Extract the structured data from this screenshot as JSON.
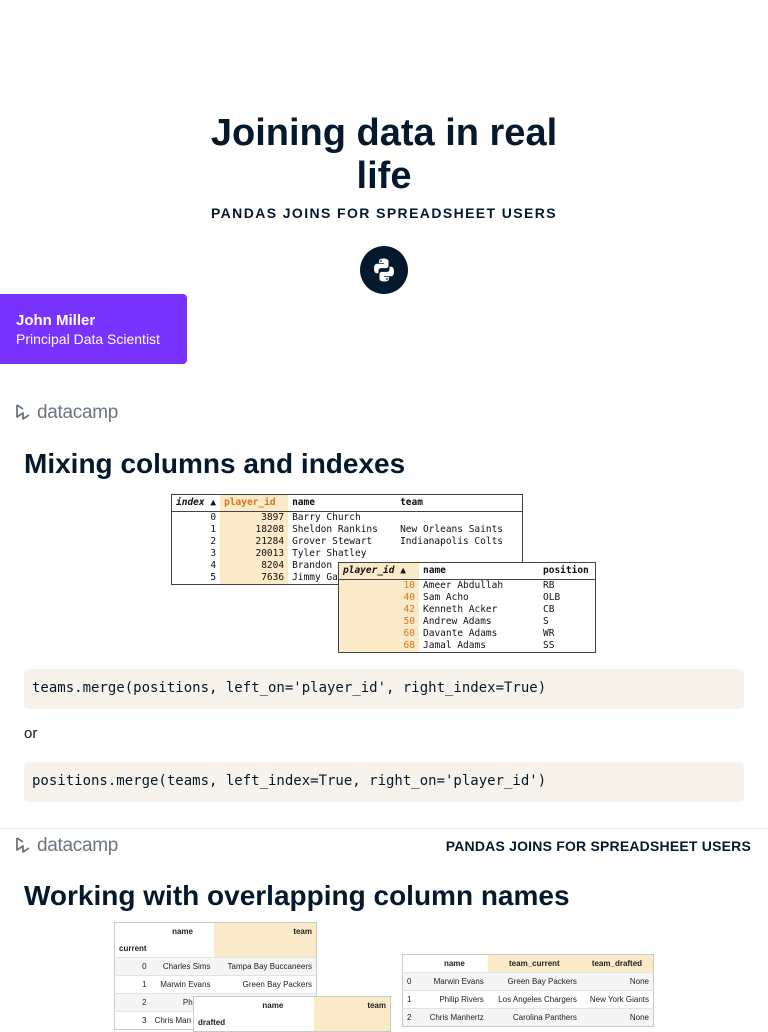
{
  "slide1": {
    "title": "Joining data in real life",
    "subtitle": "PANDAS JOINS FOR SPREADSHEET USERS",
    "author_name": "John Miller",
    "author_role": "Principal Data Scientist"
  },
  "brand": {
    "name": "datacamp"
  },
  "slide2": {
    "heading": "Mixing columns and indexes",
    "teams_table": {
      "headers": [
        "index",
        "player_id",
        "name",
        "team"
      ],
      "sort_indicator": "▲",
      "rows": [
        [
          "0",
          "3897",
          "Barry Church",
          ""
        ],
        [
          "1",
          "18208",
          "Sheldon Rankins",
          "New Orleans Saints"
        ],
        [
          "2",
          "21284",
          "Grover Stewart",
          "Indianapolis Colts"
        ],
        [
          "3",
          "20013",
          "Tyler Shatley",
          ""
        ],
        [
          "4",
          "8204",
          "Brandon",
          ""
        ],
        [
          "5",
          "7636",
          "Jimmy Ga",
          ""
        ]
      ]
    },
    "positions_table": {
      "headers": [
        "player_id",
        "name",
        "position"
      ],
      "sort_indicator": "▲",
      "rows": [
        [
          "10",
          "Ameer Abdullah",
          "RB"
        ],
        [
          "40",
          "Sam Acho",
          "OLB"
        ],
        [
          "42",
          "Kenneth Acker",
          "CB"
        ],
        [
          "50",
          "Andrew Adams",
          "S"
        ],
        [
          "60",
          "Davante Adams",
          "WR"
        ],
        [
          "68",
          "Jamal Adams",
          "SS"
        ]
      ]
    },
    "code1": "teams.merge(positions, left_on='player_id', right_index=True)",
    "or_text": "or",
    "code2": "positions.merge(teams, left_index=True, right_on='player_id')"
  },
  "slide3": {
    "footer_title": "PANDAS JOINS FOR SPREADSHEET USERS",
    "heading": "Working with overlapping column names",
    "current_table": {
      "headers": [
        "name",
        "team"
      ],
      "index_name": "current",
      "rows": [
        [
          "0",
          "Charles Sims",
          "Tampa Bay Buccaneers"
        ],
        [
          "1",
          "Marwin Evans",
          "Green Bay Packers"
        ],
        [
          "2",
          "Philip R",
          ""
        ],
        [
          "3",
          "Chris Man",
          ""
        ]
      ]
    },
    "drafted_table": {
      "headers": [
        "name",
        "team"
      ],
      "index_name": "drafted"
    },
    "merged_table": {
      "headers": [
        "name",
        "team_current",
        "team_drafted"
      ],
      "rows": [
        [
          "0",
          "Marwin Evans",
          "Green Bay Packers",
          "None"
        ],
        [
          "1",
          "Philip Rivers",
          "Los Angeles Chargers",
          "New York Giants"
        ],
        [
          "2",
          "Chris Manhertz",
          "Carolina Panthers",
          "None"
        ]
      ]
    }
  }
}
